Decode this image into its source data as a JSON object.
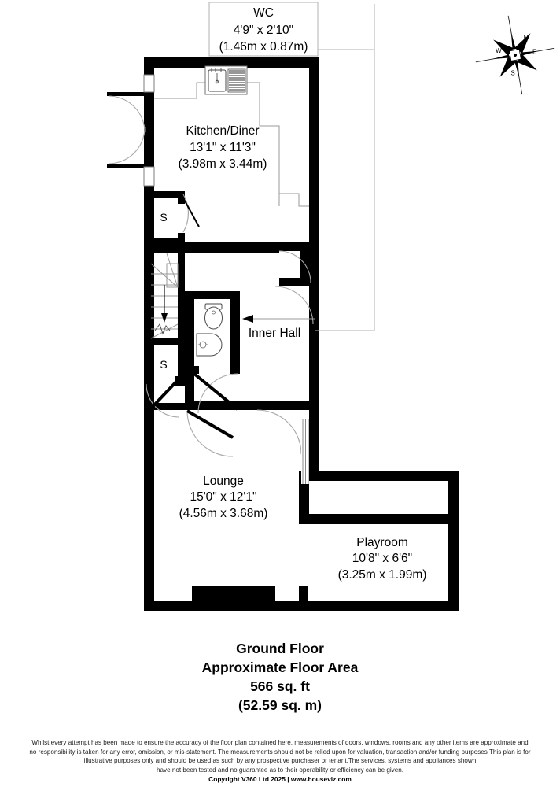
{
  "plan": {
    "title": "Ground Floor",
    "compass": {
      "name": "compass-rose",
      "labels": [
        "N",
        "E",
        "S",
        "W"
      ],
      "rotation_deg": 35
    },
    "rooms": [
      {
        "id": "wc",
        "name": "WC",
        "imperial": "4'9\" x 2'10\"",
        "metric": "(1.46m x 0.87m)",
        "callout": true
      },
      {
        "id": "kitchen-diner",
        "name": "Kitchen/Diner",
        "imperial": "13'1\" x 11'3\"",
        "metric": "(3.98m x 3.44m)",
        "callout": false
      },
      {
        "id": "inner-hall",
        "name": "Inner Hall",
        "imperial": "",
        "metric": "",
        "callout": false
      },
      {
        "id": "lounge",
        "name": "Lounge",
        "imperial": "15'0\" x 12'1\"",
        "metric": "(4.56m x 3.68m)",
        "callout": false
      },
      {
        "id": "playroom",
        "name": "Playroom",
        "imperial": "10'8\" x 6'6\"",
        "metric": "(3.25m x 1.99m)",
        "callout": false
      }
    ],
    "closets": [
      {
        "id": "closet-upper",
        "label": "S"
      },
      {
        "id": "closet-lower",
        "label": "S"
      }
    ],
    "fixtures": [
      {
        "id": "kitchen-sink",
        "name": "sink-with-drainer-icon"
      },
      {
        "id": "wc-toilet",
        "name": "toilet-icon"
      },
      {
        "id": "wc-basin",
        "name": "wash-basin-icon"
      },
      {
        "id": "staircase",
        "name": "staircase-icon",
        "direction": "down"
      }
    ],
    "colors": {
      "wall": "#000000",
      "background": "#ffffff",
      "thin_line": "#9a9a9a",
      "door_arc": "#a8a8a8"
    }
  },
  "summary": {
    "line1": "Ground Floor",
    "line2": "Approximate Floor Area",
    "line3": "566 sq. ft",
    "line4": "(52.59 sq. m)"
  },
  "disclaimer": {
    "line1": "Whilst every attempt has been made to ensure the accuracy of the floor plan contained here, measurements of doors, windows, rooms and any other items are approximate and",
    "line2": "no responsibility is taken for any error, omission, or mis-statement.  The measurements should not be relied upon for valuation, transaction and/or funding purposes This plan is for",
    "line3": "illustrative purposes only and should be used as such by any prospective purchaser or tenant.The services, systems and appliances shown",
    "line4": "have not been tested and no guarantee as to their operability or efficiency can be given.",
    "copyright": "Copyright V360 Ltd 2025 | www.houseviz.com"
  }
}
